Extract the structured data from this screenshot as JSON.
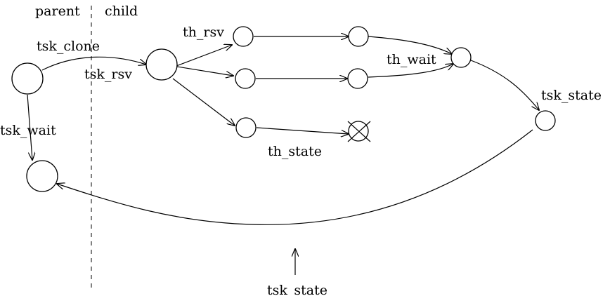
{
  "regions": {
    "left": "parent",
    "right": "child"
  },
  "labels": {
    "tsk_clone": "tsk_clone",
    "tsk_rsv": "tsk_rsv",
    "tsk_wait": "tsk_wait",
    "th_rsv": "th_rsv",
    "th_wait": "th_wait",
    "th_state": "th_state",
    "tsk_state_right": "tsk_state",
    "tsk_state_bottom": "tsk_state"
  }
}
